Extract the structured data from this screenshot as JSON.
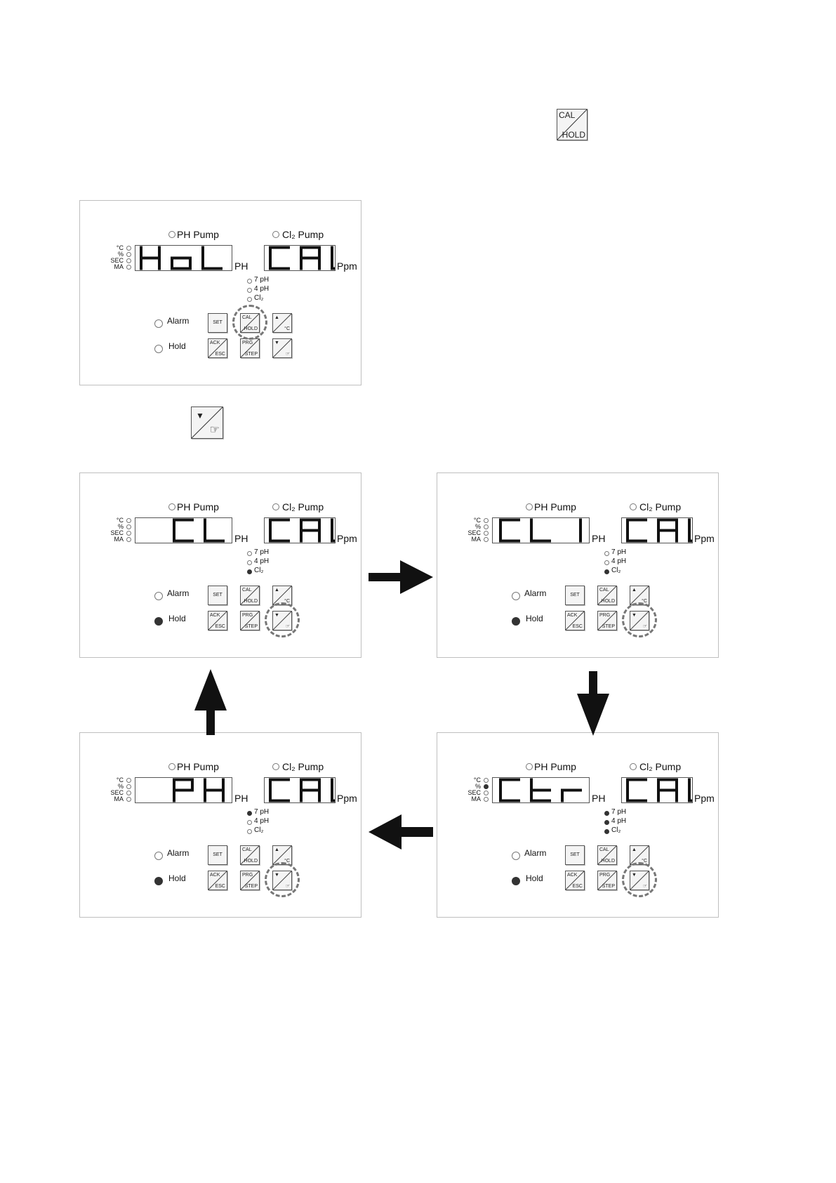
{
  "top_key": {
    "top": "CAL",
    "bottom": "HOLD"
  },
  "down_key": {
    "top": "▼",
    "bottom": "☞"
  },
  "panels": [
    {
      "ph_display": "HoLd",
      "cl_display": "CAL",
      "ph_led": "off",
      "cl_led": "off",
      "mode_leds": [
        false,
        false,
        false
      ],
      "hold_on": false,
      "highlight": "cal"
    },
    {
      "ph_display": "CL",
      "cl_display": "CAL",
      "ph_led": "off",
      "cl_led": "off",
      "mode_leds": [
        false,
        false,
        true
      ],
      "hold_on": true,
      "highlight": "down"
    },
    {
      "ph_display": "CL1",
      "cl_display": "CAL",
      "ph_led": "off",
      "cl_led": "off",
      "mode_leds": [
        false,
        false,
        true
      ],
      "hold_on": true,
      "highlight": "down"
    },
    {
      "ph_display": "Ctr",
      "cl_display": "CAL",
      "ph_led": "off",
      "cl_led": "off",
      "mode_leds": [
        true,
        true,
        true
      ],
      "hold_on": true,
      "highlight": "down",
      "pct_led": true
    },
    {
      "ph_display": "PH",
      "cl_display": "CAL",
      "ph_led": "off",
      "cl_led": "off",
      "mode_leds": [
        true,
        false,
        false
      ],
      "hold_on": true,
      "highlight": "down"
    }
  ],
  "labels": {
    "ph_pump": "PH Pump",
    "cl_pump": "Cl₂ Pump",
    "unit_ph": "PH",
    "unit_ppm": "Ppm",
    "side": [
      "°C",
      "%",
      "SEC",
      "MA"
    ],
    "modes": [
      "7 pH",
      "4 pH",
      "Cl₂"
    ],
    "alarm": "Alarm",
    "hold": "Hold",
    "keys": {
      "set": "SET",
      "cal": "CAL",
      "hold": "HOLD",
      "up": "▲",
      "degc": "°C",
      "ack": "ACK",
      "esc": "ESC",
      "prg": "PRG",
      "step": "STEP",
      "down": "▼",
      "hand": "☞"
    }
  },
  "icons": {
    "flow_arrow": "arrow",
    "hand_icon": "pointing-hand-icon"
  }
}
